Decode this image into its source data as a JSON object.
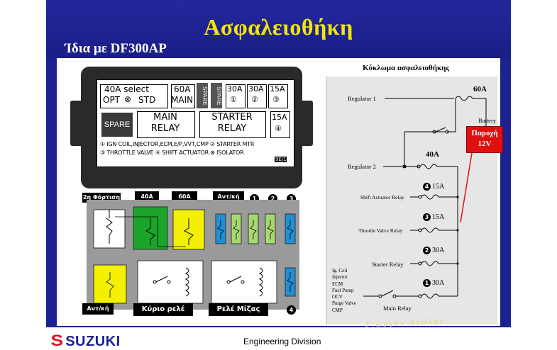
{
  "header": {
    "title": "Ασφαλειοθήκη",
    "subtitle": "Ίδια με  DF300AP"
  },
  "fuse_box": {
    "select_label": "40A  select",
    "opt_label": "OPT",
    "std_label": "STD",
    "main_60": "60A",
    "main_label": "MAIN",
    "spare_v1": "SPARE",
    "spare_v2": "SPARE",
    "fuse1": "30A",
    "fuse1_num": "①",
    "fuse2": "30A",
    "fuse2_num": "②",
    "fuse3": "15A",
    "fuse3_num": "③",
    "fuse4": "15A",
    "fuse4_num": "④",
    "spare": "SPARE",
    "main_relay": "MAIN\nRELAY",
    "starter_relay": "STARTER\nRELAY",
    "legend_1": "① IGN COIL,INJECTOR,ECM,E/P,VVT,CMP ② STARTER MTR",
    "legend_2": "③ THROTTLE VALVE ④ SHIFT ACTUATOR ⊗ ISOLATOR",
    "code": "9EJ1"
  },
  "layout": {
    "label_2nd_charge": "2η Φόρτιση",
    "label_40a": "40A",
    "label_60a": "60A",
    "label_resist": "Αντ/κή",
    "n1": "1",
    "n2": "2",
    "n3": "3",
    "n4": "4",
    "label_resist_bottom": "Αντ/κή",
    "label_main_relay": "Κύριο ρελέ",
    "label_starter_relay": "Ρελέ Μίζας",
    "colors": {
      "white": "#ffffff",
      "green_dark": "#1aa52a",
      "yellow": "#f4f000",
      "blue": "#1e90d6",
      "green_light": "#a8d870"
    }
  },
  "circuit": {
    "title": "Κύκλωμα ασφαλειοθήκης",
    "fuse_60": "60A",
    "regulator1": "Regulator  1",
    "battery": "Battery",
    "fuse_40": "40A",
    "regulator2": "Regulator  2",
    "n4": "4",
    "fuse4": "15A",
    "shift_relay": "Shift Actuator Relay",
    "n3": "3",
    "fuse3": "15A",
    "throttle_relay": "Throttle Valve  Relay",
    "n2": "2",
    "fuse2": "30A",
    "starter_relay": "Starter Relay",
    "n1": "1",
    "fuse1": "30A",
    "loads": [
      "Ig. Coil",
      "Injector",
      "ECM",
      "Fuel Pump",
      "OCV",
      "Purge Valve",
      "CMP"
    ],
    "main_relay": "Main  Relay",
    "supply_line1": "Παροχή",
    "supply_line2": "12V"
  },
  "footer": {
    "brand": "SUZUKI",
    "division": "Engineering Division",
    "signature": "Γιώργος  Λιώλης"
  }
}
